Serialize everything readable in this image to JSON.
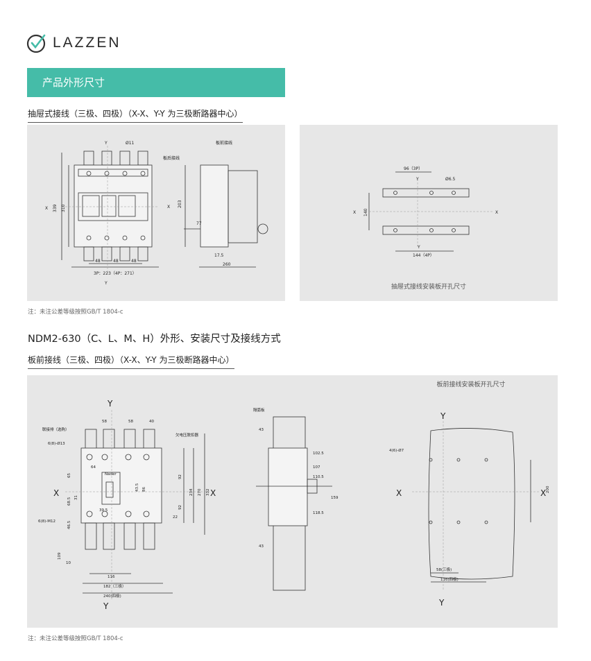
{
  "logo": {
    "brand": "LAZZEN",
    "icon": "check-circle-icon"
  },
  "banner": {
    "title": "产品外形尺寸"
  },
  "section1": {
    "subtitle": "抽屉式接线（三极、四极）（X-X、Y-Y 为三极断路器中心）",
    "left_labels": {
      "y_top": "Y",
      "dia": "Ø11",
      "front": "板前接线",
      "rear": "板后接线",
      "x_left": "X",
      "d339": "339",
      "d310": "310",
      "x_mid": "X",
      "d203": "203",
      "d77": "77",
      "d17": "17.5",
      "d260": "260",
      "d48a": "48",
      "d48b": "48",
      "d48c": "48",
      "width": "3P：223（4P：271）",
      "y_bot": "Y"
    },
    "right_labels": {
      "d96": "96（3P）",
      "y_top": "Y",
      "dia": "Ø6.5",
      "x_left": "X",
      "d140": "140",
      "x_right": "X",
      "y_bot": "Y",
      "d144": "144（4P）"
    },
    "right_caption": "抽屉式接线安装板开孔尺寸",
    "note": "注：未注公差等级按照GB/T 1804-c"
  },
  "section2": {
    "heading": "NDM2-630（C、L、M、H）外形、安装尺寸及接线方式",
    "subtitle": "板前接线（三极、四极）（X-X、Y-Y 为三极断路器中心）",
    "caption": "板前接线安装板开孔尺寸",
    "left_labels": {
      "y_top": "Y",
      "d58a": "58",
      "d58b": "58",
      "d40": "40",
      "screw": "联接排（选购）",
      "hole": "6(8)-Ø13",
      "shunt": "欠电压脱扣器",
      "d64": "64",
      "d65": "65",
      "x_left": "X",
      "d685": "68.5",
      "d31": "31",
      "d395": "39.5",
      "d435": "43.5",
      "d86": "86",
      "d92a": "92",
      "d92b": "92",
      "d234": "234",
      "d270": "270",
      "d332": "332",
      "x_right": "X",
      "d22": "22",
      "m12": "6(8)-M12",
      "d465": "46.5",
      "d109": "109",
      "d10": "10",
      "d116": "116",
      "d182": "182（三极）",
      "d240": "240(四极)",
      "y_bot": "Y",
      "nameplate": "Nader"
    },
    "mid_labels": {
      "plate": "隔弧板",
      "d43a": "43",
      "d1025": "102.5",
      "d107": "107",
      "d1105": "110.5",
      "d159": "159",
      "d1185": "118.5",
      "d43b": "43"
    },
    "right_labels": {
      "y_top": "Y",
      "hole": "4(6)-Ø7",
      "x_left": "X",
      "d200": "200",
      "x_right": "X",
      "d58": "58(三极)",
      "d116": "116(四极)",
      "y_bot": "Y"
    },
    "note": "注：未注公差等级按照GB/T 1804-c"
  }
}
